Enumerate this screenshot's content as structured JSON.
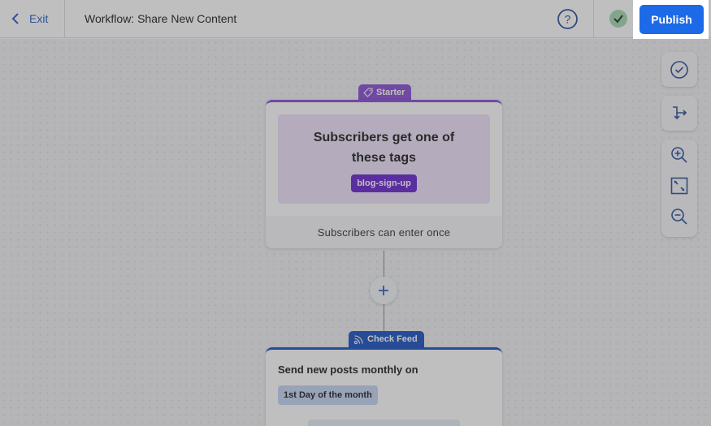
{
  "header": {
    "exit_label": "Exit",
    "workflow_title": "Workflow: Share New Content",
    "publish_label": "Publish",
    "help_icon": "question-circle-icon",
    "status_icon": "check-circle-icon"
  },
  "side_tools": {
    "validate_icon": "check-circle-icon",
    "branch_icon": "branch-arrow-icon",
    "zoom_in_icon": "zoom-in-icon",
    "fit_icon": "fit-screen-icon",
    "zoom_out_icon": "zoom-out-icon"
  },
  "nodes": {
    "starter": {
      "tab_label": "Starter",
      "tab_icon": "tag-icon",
      "heading": "Subscribers get one of these tags",
      "tag": "blog-sign-up",
      "footer": "Subscribers can enter once"
    },
    "check_feed": {
      "tab_label": "Check Feed",
      "tab_icon": "rss-icon",
      "heading": "Send new posts monthly on",
      "day_chip": "1st Day of the month"
    }
  },
  "colors": {
    "primary": "#1c6ae8",
    "starter_accent": "#8a4fd6",
    "tag_chip": "#6a28cf",
    "feed_accent": "#1d54c4"
  }
}
